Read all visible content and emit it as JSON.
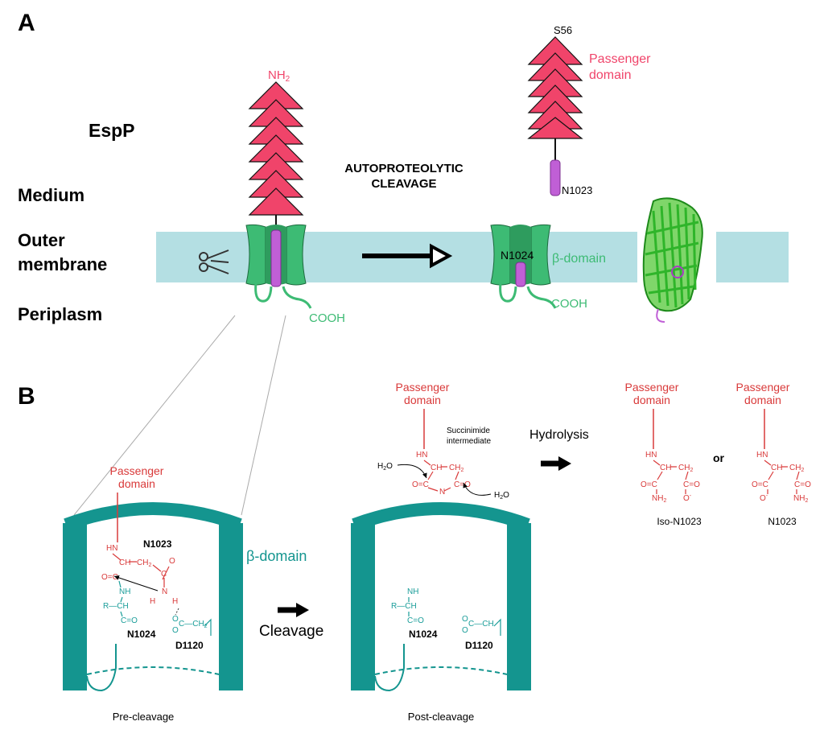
{
  "panelA": {
    "letter": "A",
    "protein": "EspP",
    "n_terminus": "NH",
    "n_terminus_sub": "2",
    "layers": {
      "medium": "Medium",
      "outer1": "Outer",
      "outer2": "membrane",
      "periplasm": "Periplasm"
    },
    "step1": "AUTOPROTEOLYTIC",
    "step2": "CLEAVAGE",
    "cterm": "COOH",
    "s56": "S56",
    "passenger1": "Passenger",
    "passenger2": "domain",
    "n1023": "N1023",
    "n1024": "N1024",
    "beta": "β-domain",
    "colors": {
      "passenger": "#f0446a",
      "beta": "#3dbb74",
      "linker": "#c05fd6",
      "membrane": "#b4dfe3"
    }
  },
  "panelB": {
    "letter": "B",
    "beta": "β-domain",
    "pre_passenger1": "Passenger",
    "pre_passenger2": "domain",
    "n1023": "N1023",
    "n1024": "N1024",
    "d1120": "D1120",
    "cleavage": "Cleavage",
    "pre_caption": "Pre-cleavage",
    "post_caption": "Post-cleavage",
    "post_n1024": "N1024",
    "post_d1120": "D1120",
    "succ_passenger1": "Passenger",
    "succ_passenger2": "domain",
    "succ_label1": "Succinimide",
    "succ_label2": "intermediate",
    "h2o": "H",
    "hydrolysis": "Hydrolysis",
    "iso_passenger1": "Passenger",
    "iso_passenger2": "domain",
    "asn_passenger1": "Passenger",
    "asn_passenger2": "domain",
    "or": "or",
    "iso_caption": "Iso-N1023",
    "asn_caption": "N1023",
    "chem": {
      "hn": "HN",
      "ch": "CH",
      "ch2": "CH",
      "c": "C",
      "o": "O",
      "n": "N",
      "h": "H",
      "nh": "NH",
      "nh2": "NH",
      "r": "R",
      "o_minus": "O"
    },
    "colors": {
      "barrel": "#14958f",
      "red": "#d93a3a",
      "teal": "#1a9d99"
    }
  }
}
